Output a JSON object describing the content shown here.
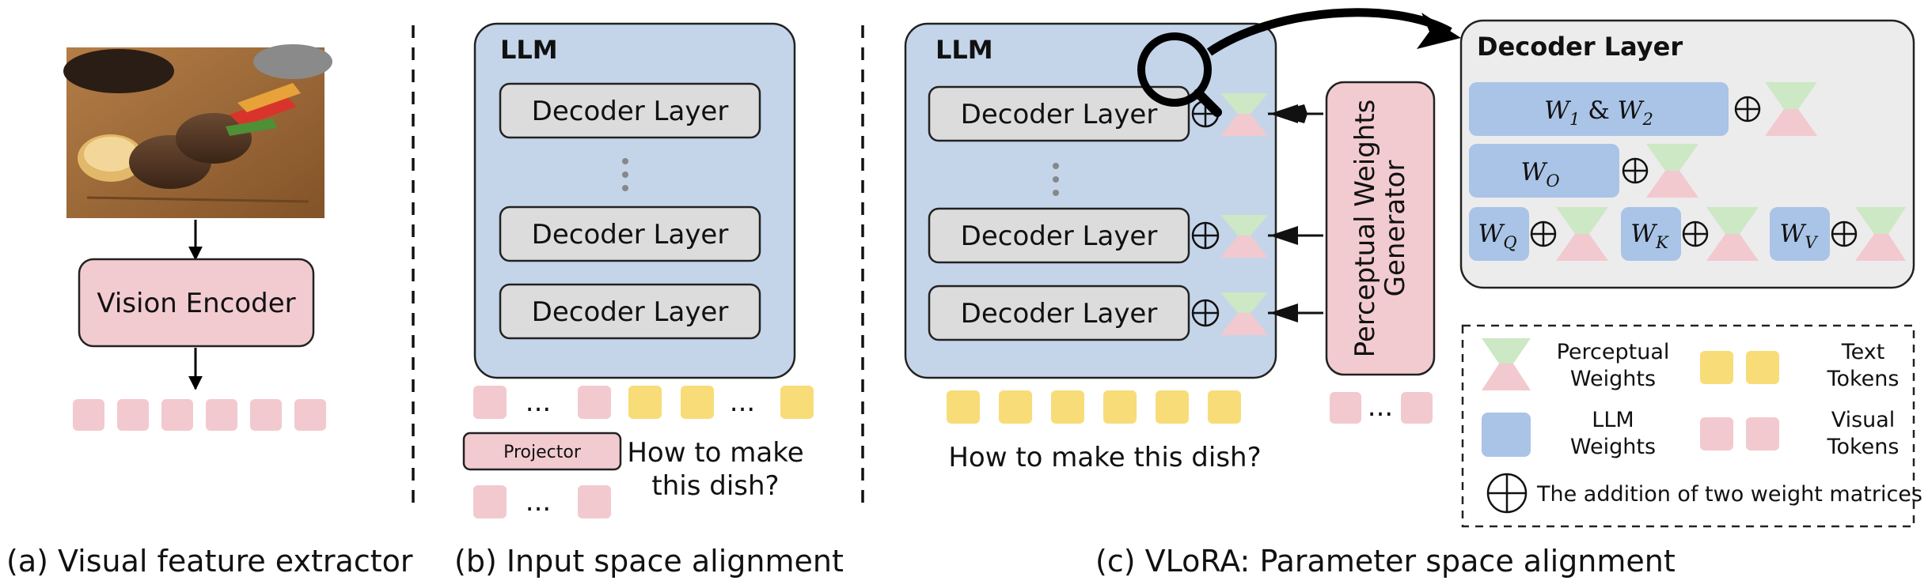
{
  "panel_a": {
    "encoder_label": "Vision Encoder",
    "caption": "(a) Visual feature extractor"
  },
  "panel_b": {
    "llm_title": "LLM",
    "decoder_label": "Decoder Layer",
    "ellipsis": "...",
    "projector_label": "Projector",
    "question_line1": "How to make",
    "question_line2": "this dish?",
    "caption": "(b) Input space alignment"
  },
  "panel_c": {
    "llm_title": "LLM",
    "decoder_label": "Decoder Layer",
    "generator_line1": "Perceptual Weights",
    "generator_line2": "Generator",
    "question": "How to make this dish?",
    "caption": "(c) VLoRA: Parameter space alignment",
    "ellipsis": "...",
    "zoom": {
      "title": "Decoder Layer",
      "w12_main": "W",
      "w12_sub1": "1",
      "w12_amp": " & ",
      "w12_sub2": "2",
      "wo_main": "W",
      "wo_sub": "O",
      "wq_main": "W",
      "wq_sub": "Q",
      "wk_main": "W",
      "wk_sub": "K",
      "wv_main": "W",
      "wv_sub": "V"
    },
    "legend": {
      "perceptual_line1": "Perceptual",
      "perceptual_line2": "Weights",
      "text_line1": "Text",
      "text_line2": "Tokens",
      "llm_line1": "LLM",
      "llm_line2": "Weights",
      "visual_line1": "Visual",
      "visual_line2": "Tokens",
      "addition": "The addition of two weight matrices"
    }
  },
  "colors": {
    "llm_blue": "#c4d5ea",
    "weight_blue": "#a9c4e6",
    "decoder_gray": "#dcdcdc",
    "pink": "#f2cbd1",
    "visual_token_pink": "#f2c9cf",
    "text_token_yellow": "#f8dc78",
    "green": "#cde8c4",
    "zoom_bg": "#ececec"
  }
}
